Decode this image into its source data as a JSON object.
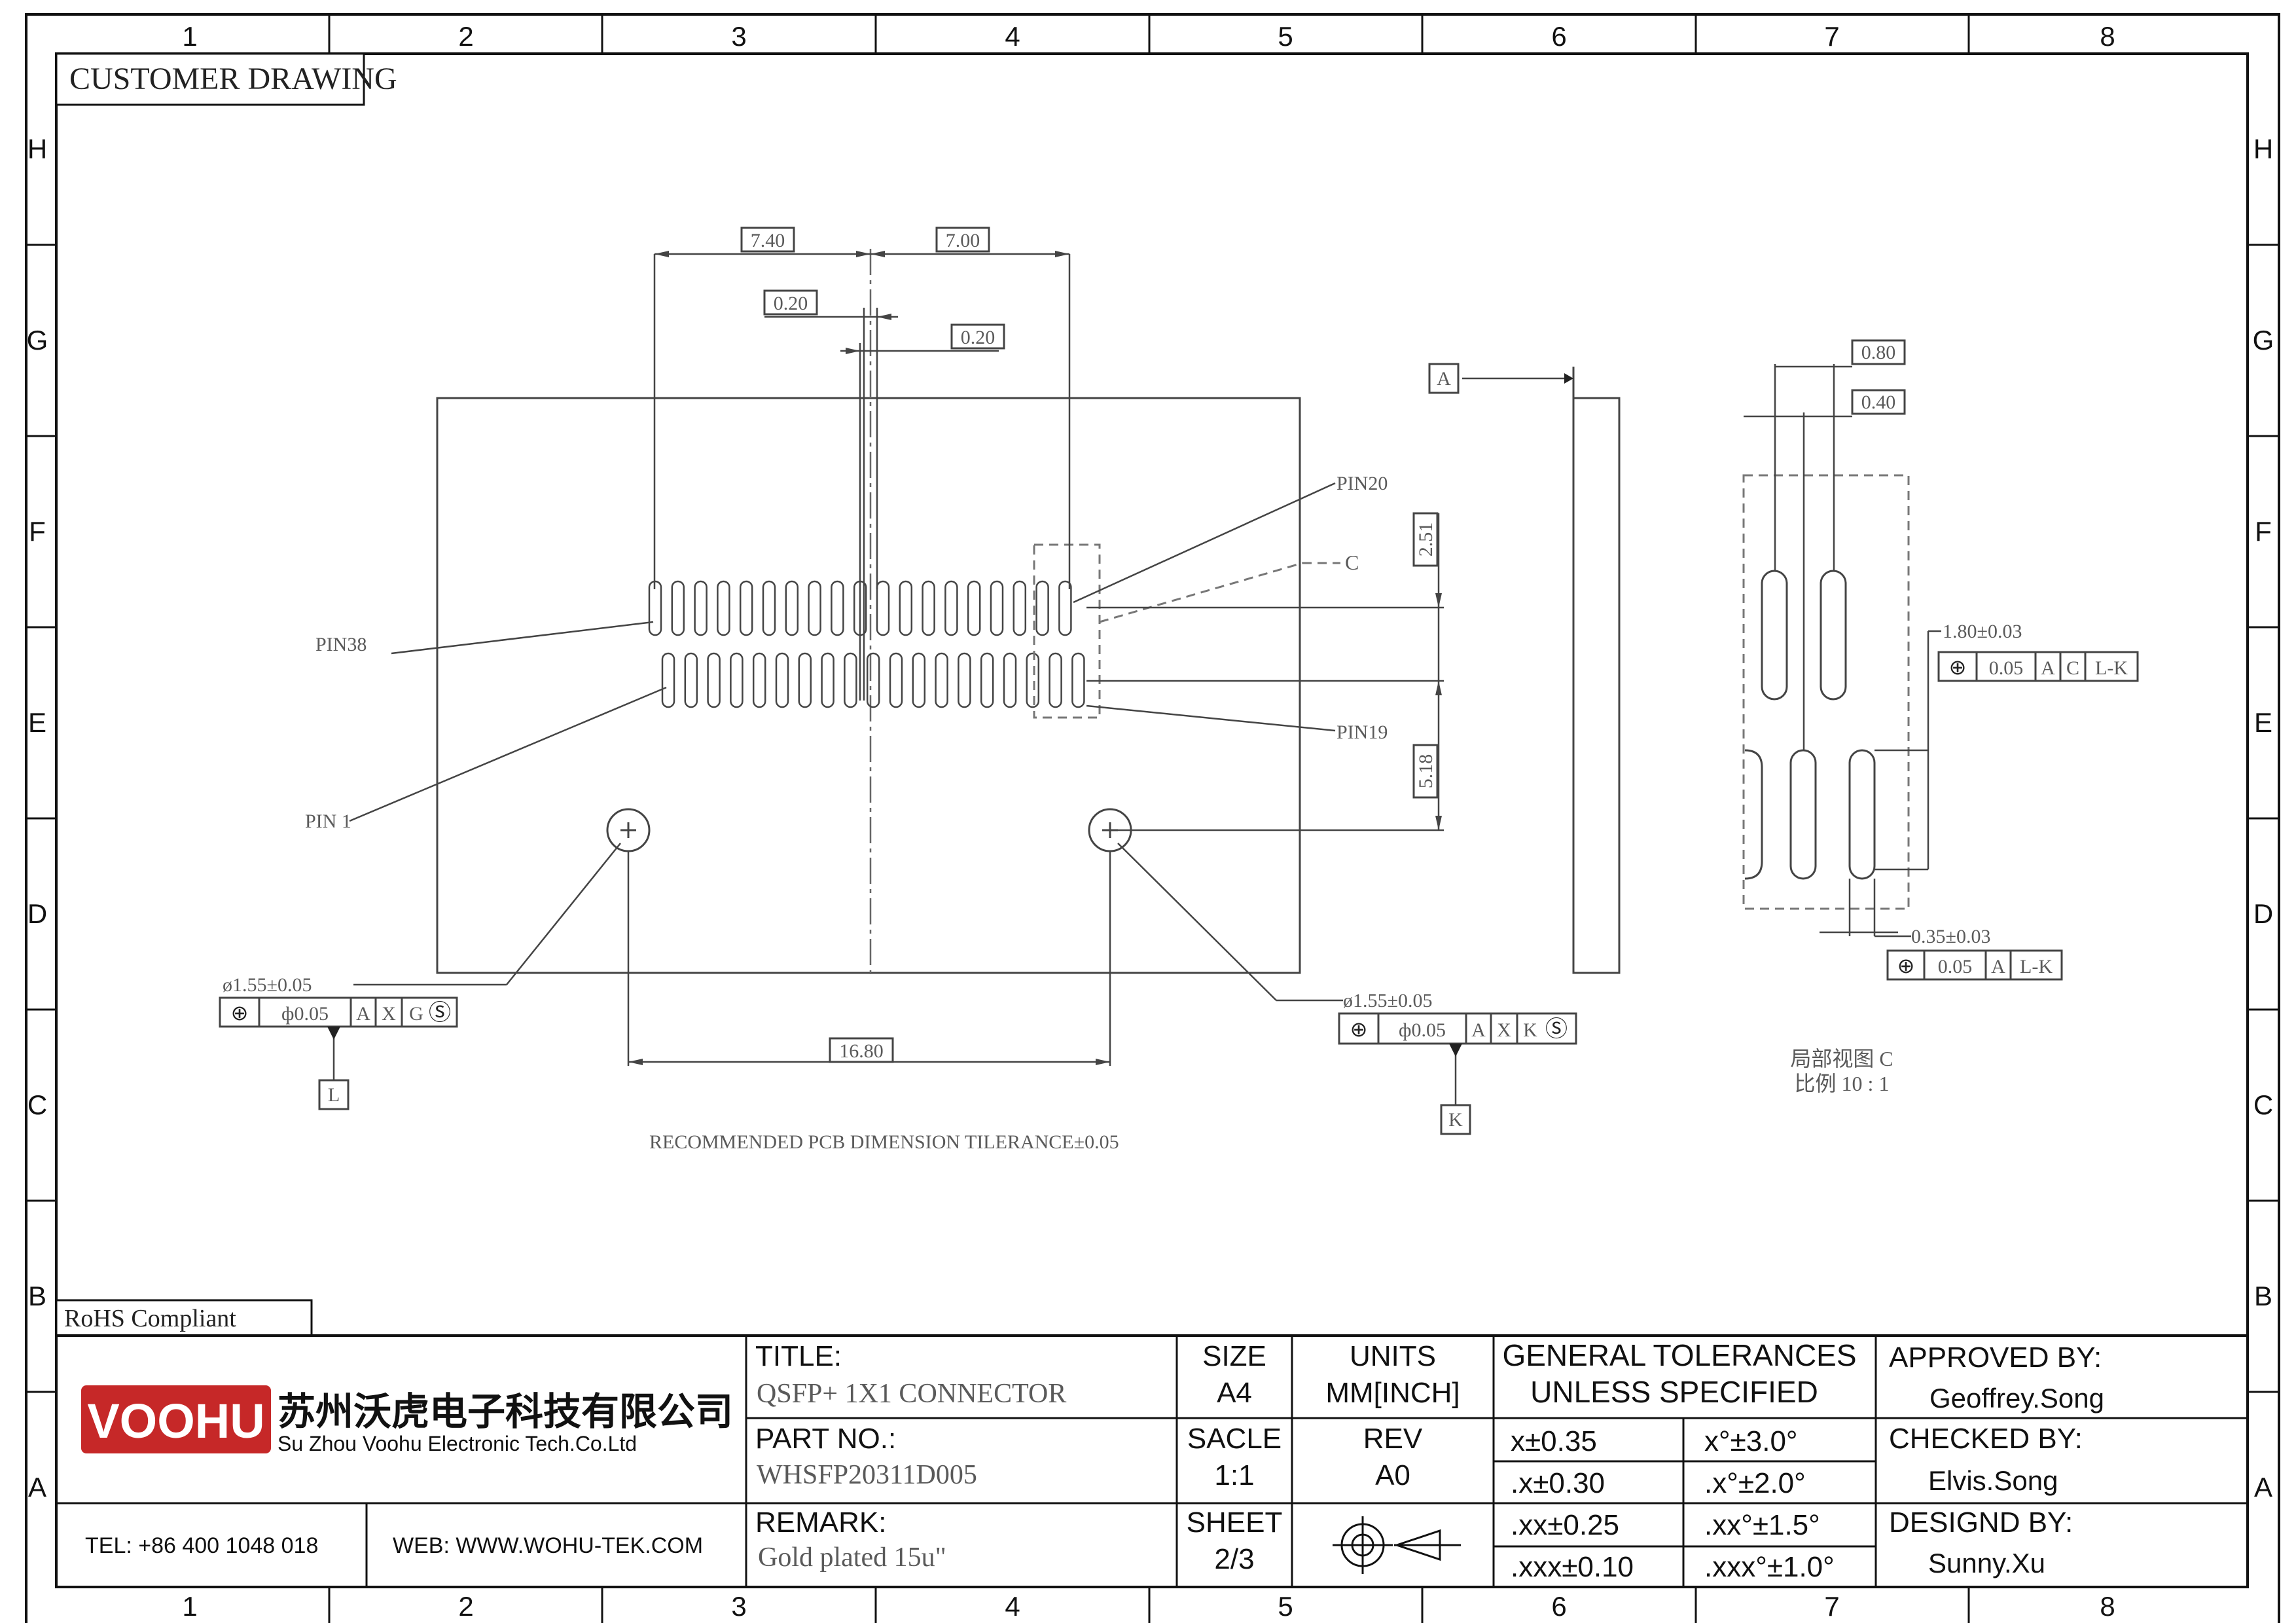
{
  "sheet": {
    "columns": [
      "1",
      "2",
      "3",
      "4",
      "5",
      "6",
      "7",
      "8"
    ],
    "rows": [
      "H",
      "G",
      "F",
      "E",
      "D",
      "C",
      "B",
      "A"
    ],
    "header_tag": "CUSTOMER DRAWING",
    "rohs": "RoHS Compliant"
  },
  "drawing": {
    "dims": {
      "d740": "7.40",
      "d700": "7.00",
      "d020a": "0.20",
      "d020b": "0.20",
      "d251": "2.51",
      "d518": "5.18",
      "d1680": "16.80",
      "d080": "0.80",
      "d040": "0.40"
    },
    "labels": {
      "pin20": "PIN20",
      "pin38": "PIN38",
      "pin19": "PIN19",
      "pin1": "PIN 1",
      "c": "C",
      "datum_a": "A",
      "datum_l": "L",
      "datum_k": "K",
      "note": "RECOMMENDED PCB DIMENSION TILERANCE±0.05",
      "detail_name": "局部视图 C",
      "detail_scale": "比例  10 : 1"
    },
    "hole_left": {
      "size": "ø1.55±0.05",
      "fcf": [
        "⊕",
        "ф0.05",
        "A",
        "X",
        "G",
        "Ⓢ"
      ]
    },
    "hole_right": {
      "size": "ø1.55±0.05",
      "fcf": [
        "⊕",
        "ф0.05",
        "A",
        "X",
        "K",
        "Ⓢ"
      ]
    },
    "detail": {
      "pitch": "1.80±0.03",
      "fcf_pitch": [
        "⊕",
        "0.05",
        "A",
        "C",
        "L-K"
      ],
      "width": "0.35±0.03",
      "fcf_width": [
        "⊕",
        "0.05",
        "A",
        "L-K"
      ]
    }
  },
  "title_block": {
    "company_logo": "VOOHU",
    "company_cn": "苏州沃虎电子科技有限公司",
    "company_en": "Su Zhou Voohu Electronic Tech.Co.Ltd",
    "tel": "TEL: +86 400 1048 018",
    "web": "WEB: WWW.WOHU-TEK.COM",
    "title_label": "TITLE:",
    "title_value": "QSFP+ 1X1 CONNECTOR",
    "part_label": "PART NO.:",
    "part_value": "WHSFP20311D005",
    "remark_label": "REMARK:",
    "remark_value": "Gold plated 15u\"",
    "size_label": "SIZE",
    "size_value": "A4",
    "units_label": "UNITS",
    "units_value": "MM[INCH]",
    "scale_label": "SACLE",
    "scale_value": "1:1",
    "rev_label": "REV",
    "rev_value": "A0",
    "sheet_label": "SHEET",
    "sheet_value": "2/3",
    "tol_title_1": "GENERAL TOLERANCES",
    "tol_title_2": "UNLESS SPECIFIED",
    "tol": [
      "x±0.35",
      "x°±3.0°",
      ".x±0.30",
      ".x°±2.0°",
      ".xx±0.25",
      ".xx°±1.5°",
      ".xxx±0.10",
      ".xxx°±1.0°"
    ],
    "approved_label": "APPROVED BY:",
    "approved_value": "Geoffrey.Song",
    "checked_label": "CHECKED BY:",
    "checked_value": "Elvis.Song",
    "design_label": "DESIGND BY:",
    "design_value": "Sunny.Xu"
  }
}
